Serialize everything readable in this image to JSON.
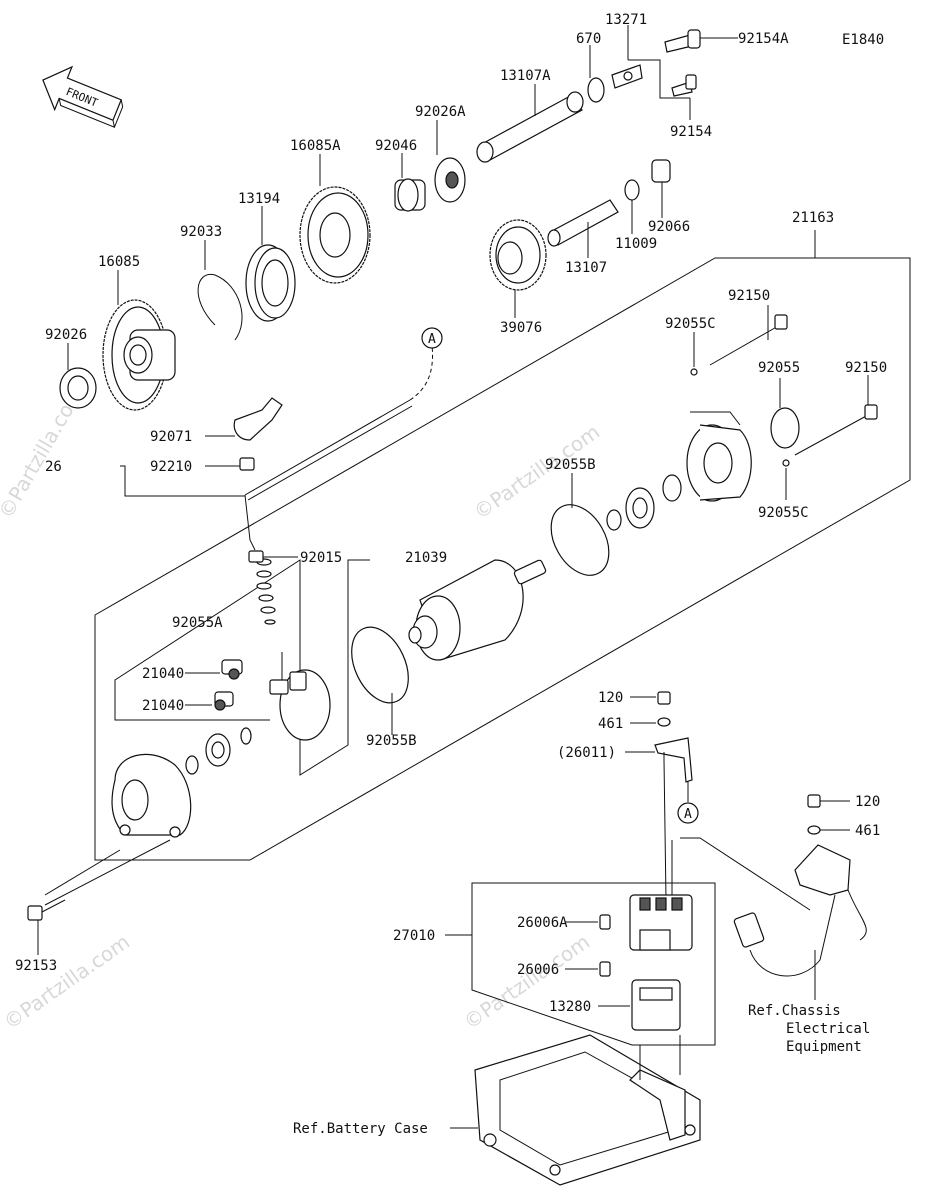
{
  "diagram_id": "E1840",
  "front_label": "FRONT",
  "watermark": "©Partzilla.com",
  "parts": {
    "p92154A": "92154A",
    "p13271": "13271",
    "p670": "670",
    "p13107A": "13107A",
    "p92154": "92154",
    "p92026A": "92026A",
    "p92046": "92046",
    "p16085A": "16085A",
    "p13194": "13194",
    "p92033": "92033",
    "p16085": "16085",
    "p92026": "92026",
    "p92066": "92066",
    "p11009": "11009",
    "p13107": "13107",
    "p39076": "39076",
    "p21163": "21163",
    "p92150a": "92150",
    "p92055C_a": "92055C",
    "p92055": "92055",
    "p92150b": "92150",
    "p92055C_b": "92055C",
    "p92071": "92071",
    "p26_partial": "26",
    "p92210": "92210",
    "p92055B_a": "92055B",
    "p92015": "92015",
    "p21039": "21039",
    "p92055A": "92055A",
    "p21040a": "21040",
    "p21040b": "21040",
    "p92055B_b": "92055B",
    "p120a": "120",
    "p461a": "461",
    "p26011": "(26011)",
    "p120b": "120",
    "p461b": "461",
    "p27010": "27010",
    "p26006A": "26006A",
    "p26006": "26006",
    "p13280": "13280",
    "p92153": "92153"
  },
  "callouts": {
    "A_top": "A",
    "A_bottom": "A"
  },
  "references": {
    "chassis_1": "Ref.Chassis",
    "chassis_2": "Electrical",
    "chassis_3": "Equipment",
    "battery": "Ref.Battery Case"
  }
}
